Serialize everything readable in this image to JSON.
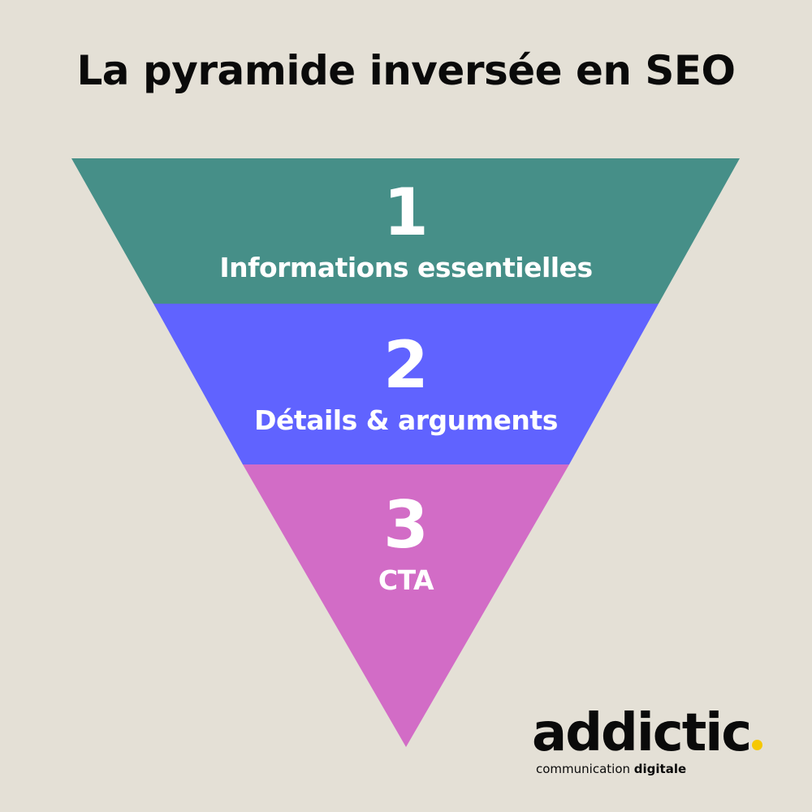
{
  "title": "La pyramide inversée en SEO",
  "colors": {
    "background": "#e4e0d6",
    "level1": "#468f88",
    "level2": "#6063ff",
    "level3": "#d26cc6",
    "logo_dot": "#f5c800"
  },
  "levels": [
    {
      "number": "1",
      "label": "Informations essentielles"
    },
    {
      "number": "2",
      "label": "Détails & arguments"
    },
    {
      "number": "3",
      "label": "CTA"
    }
  ],
  "logo": {
    "wordmark": "addictic",
    "tagline_regular": "communication",
    "tagline_bold": "digitale"
  }
}
